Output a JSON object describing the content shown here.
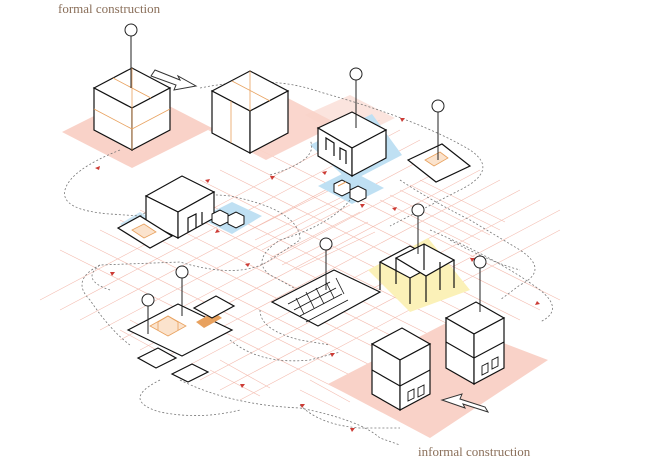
{
  "captions": {
    "top": "formal construction",
    "bottom": "informal construction"
  },
  "colors": {
    "pink": "#f9d2c8",
    "pink_line": "#f2b2a4",
    "blue": "#bfe0f3",
    "yellow": "#fbf1b8",
    "orange": "#e8a15e",
    "ink": "#141414",
    "dash": "#777777",
    "arrow_red": "#cc3b35"
  },
  "icons": {
    "flow_arrow": "hollow-arrow",
    "pin": "location-pin",
    "building": "isometric-building"
  }
}
